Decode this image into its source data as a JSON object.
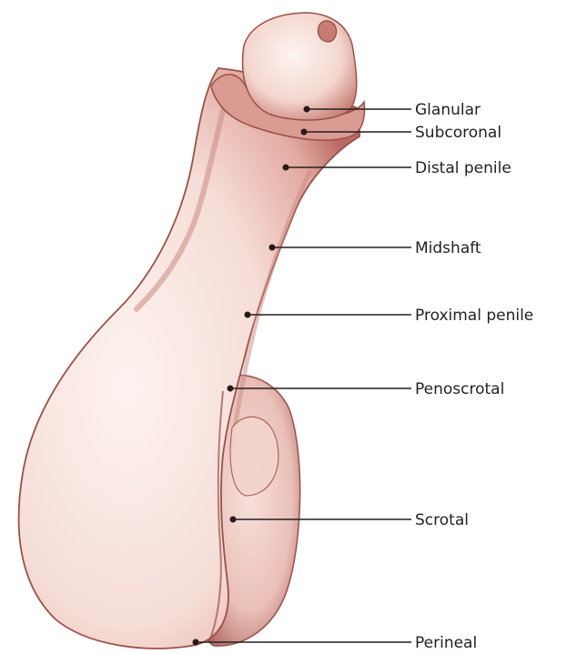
{
  "labels": [
    {
      "id": "glanular",
      "text": "Glanular"
    },
    {
      "id": "subcoronal",
      "text": "Subcoronal"
    },
    {
      "id": "distal-penile",
      "text": "Distal penile"
    },
    {
      "id": "midshaft",
      "text": "Midshaft"
    },
    {
      "id": "proximal-penile",
      "text": "Proximal penile"
    },
    {
      "id": "penoscrotal",
      "text": "Penoscrotal"
    },
    {
      "id": "scrotal",
      "text": "Scrotal"
    },
    {
      "id": "perineal",
      "text": "Perineal"
    }
  ],
  "colors": {
    "skin_light": "#fbeae6",
    "skin_mid": "#e9bcb4",
    "skin_shadow": "#b86a62",
    "skin_dark": "#8e4a44",
    "ink": "#231f20"
  }
}
